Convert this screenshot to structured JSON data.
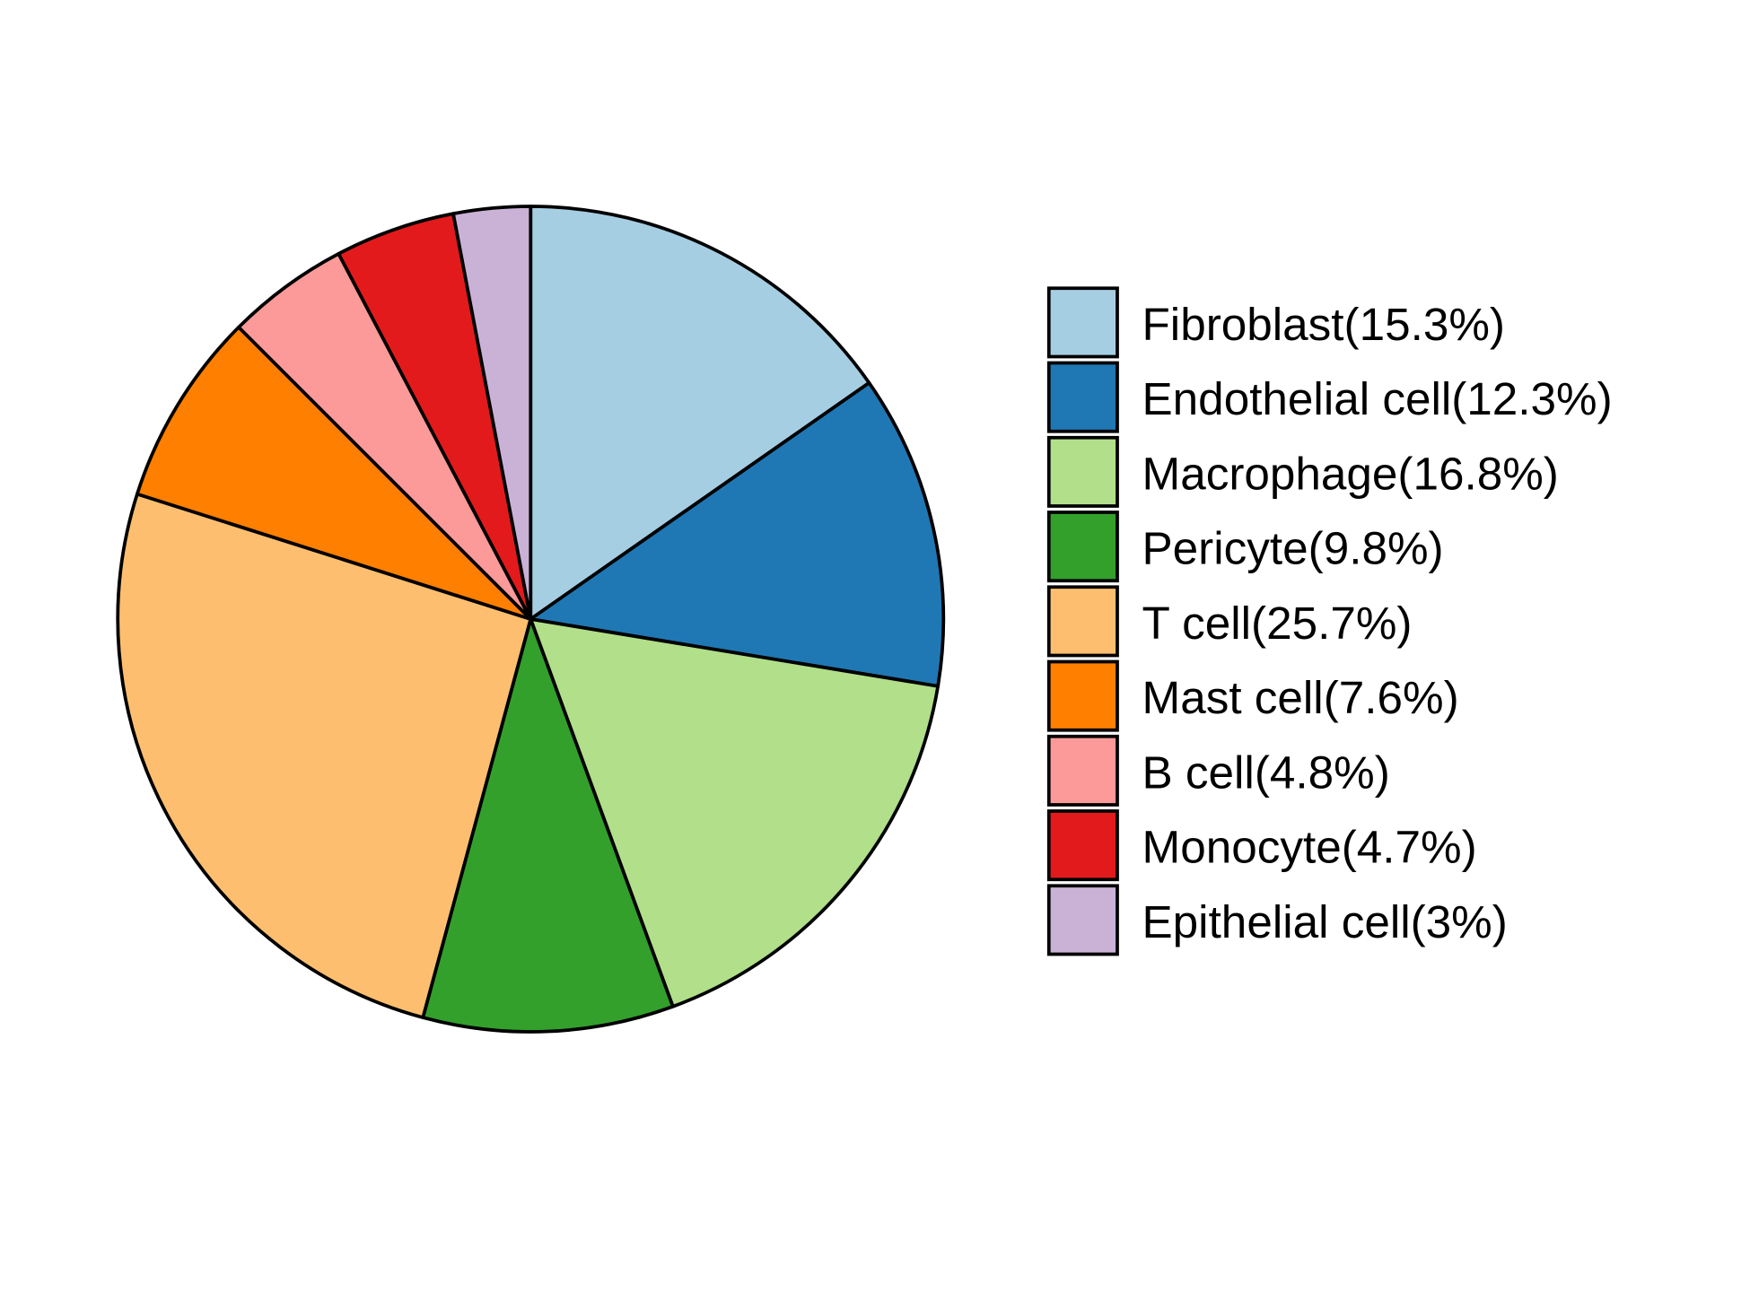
{
  "chart_data": {
    "type": "pie",
    "title": "",
    "start": "top",
    "direction": "clockwise",
    "legend_position": "right",
    "categories": [
      "Fibroblast",
      "Endothelial cell",
      "Macrophage",
      "Pericyte",
      "T cell",
      "Mast cell",
      "B cell",
      "Monocyte",
      "Epithelial cell"
    ],
    "values": [
      15.3,
      12.3,
      16.8,
      9.8,
      25.7,
      7.6,
      4.8,
      4.7,
      3.0
    ],
    "colors": [
      "#a6cee3",
      "#1f78b4",
      "#b2df8a",
      "#33a02c",
      "#fdbf6f",
      "#ff7f00",
      "#fb9a99",
      "#e31a1c",
      "#cab2d6"
    ],
    "legend_labels": [
      "Fibroblast(15.3%)",
      "Endothelial cell(12.3%)",
      "Macrophage(16.8%)",
      "Pericyte(9.8%)",
      "T cell(25.7%)",
      "Mast cell(7.6%)",
      "B cell(4.8%)",
      "Monocyte(4.7%)",
      "Epithelial cell(3%)"
    ]
  }
}
